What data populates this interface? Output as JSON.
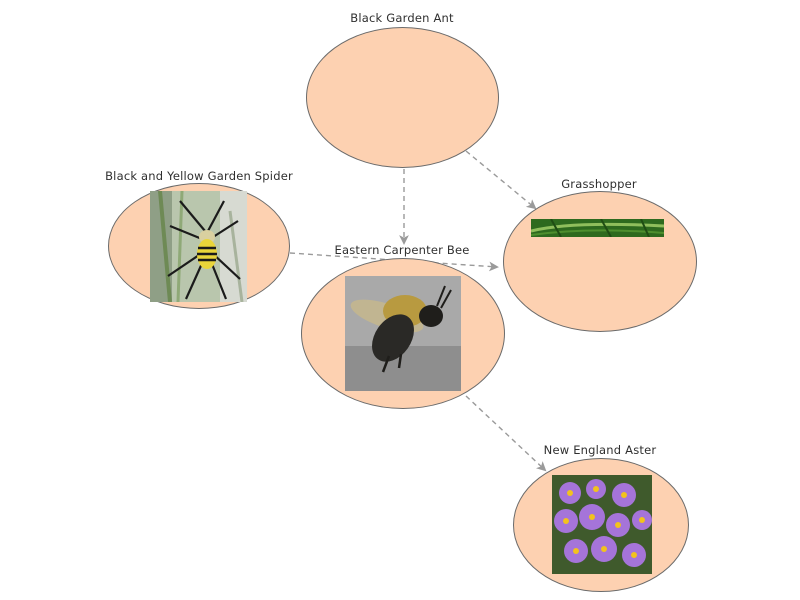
{
  "diagram": {
    "nodes": [
      {
        "id": "ant",
        "label": "Black Garden Ant",
        "image": "none"
      },
      {
        "id": "spider",
        "label": "Black and Yellow Garden Spider",
        "image": "spider-photo"
      },
      {
        "id": "grasshopper",
        "label": "Grasshopper",
        "image": "grass-strip-photo"
      },
      {
        "id": "bee",
        "label": "Eastern Carpenter Bee",
        "image": "bee-photo"
      },
      {
        "id": "aster",
        "label": "New England Aster",
        "image": "aster-flowers-photo"
      }
    ],
    "edges": [
      {
        "from": "ant",
        "to": "bee"
      },
      {
        "from": "ant",
        "to": "grasshopper"
      },
      {
        "from": "spider",
        "to": "grasshopper"
      },
      {
        "from": "bee",
        "to": "aster"
      }
    ],
    "colors": {
      "node_fill": "#fdd1b1",
      "node_border": "#6b6b6b",
      "arrow": "#9a9a9a",
      "label_text": "#2f2f2f"
    }
  }
}
